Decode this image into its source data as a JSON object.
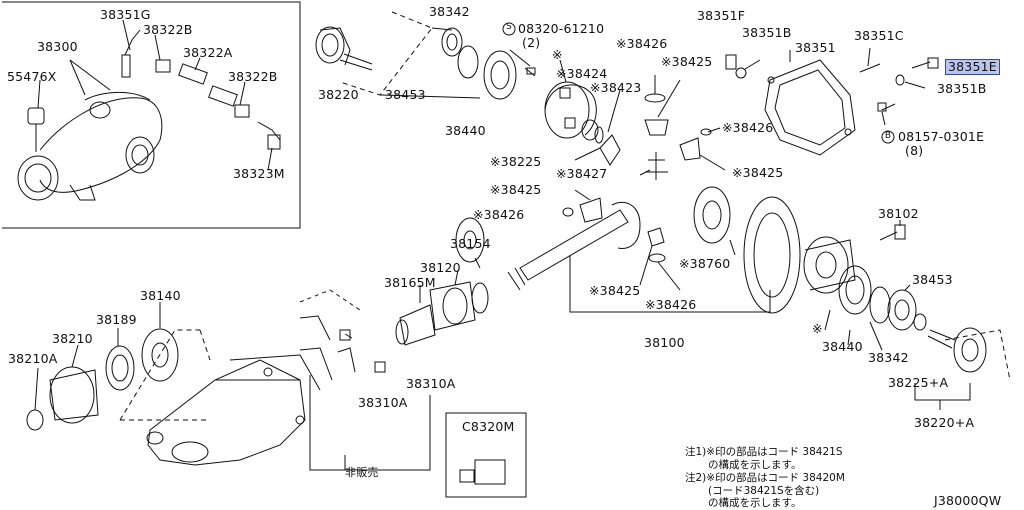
{
  "diagram_code": "J38000QW",
  "highlighted_part": "38351E",
  "labels": {
    "l38351G": "38351G",
    "l38322B_top": "38322B",
    "l38300": "38300",
    "l38322A": "38322A",
    "l55476X": "55476X",
    "l38322B_mid": "38322B",
    "l38323M": "38323M",
    "l38342_top": "38342",
    "l38220_top": "38220",
    "l38453_top": "38453",
    "l38440_top": "38440",
    "l08320": "08320-61210",
    "l08320_qty": "(2)",
    "l38424": "※38424",
    "l38426_a": "※38426",
    "l38425_a": "※38425",
    "l38423": "※38423",
    "l38225": "※38225",
    "l38427": "※38427",
    "l38425_b": "※38425",
    "l38426_b": "※38426",
    "l38426_c": "※38426",
    "l38425_c": "※38425",
    "l38351F": "38351F",
    "l38351B_top": "38351B",
    "l38351": "38351",
    "l38351C": "38351C",
    "l38351E": "38351E",
    "l38351B_right": "38351B",
    "l08157": "08157-0301E",
    "l08157_qty": "(8)",
    "l38102": "38102",
    "l38453_right": "38453",
    "l38760": "※38760",
    "l38154": "38154",
    "l38120": "38120",
    "l38165M": "38165M",
    "l38425_d": "※38425",
    "l38426_d": "※38426",
    "l38100": "38100",
    "l38440_right": "38440",
    "l38342_right": "38342",
    "l38225A": "38225+A",
    "l38220A": "38220+A",
    "l38140": "38140",
    "l38189": "38189",
    "l38210": "38210",
    "l38210A": "38210A",
    "l38310A_a": "38310A",
    "l38310A_b": "38310A",
    "l_not_sold": "非販売",
    "l_C8320M": "C8320M",
    "circle_S": "S",
    "circle_B": "B",
    "star_mark": "※"
  },
  "notes": {
    "n1a": "注1)※印の部品はコード 38421S",
    "n1b": "の構成を示します。",
    "n2a": "注2)※印の部品はコード 38420M",
    "n2b": "(コード38421Sを含む)",
    "n2c": "の構成を示します。"
  },
  "colors": {
    "highlight_fill": "#b9c4ef",
    "highlight_border": "#3346b8",
    "line": "#111111"
  }
}
